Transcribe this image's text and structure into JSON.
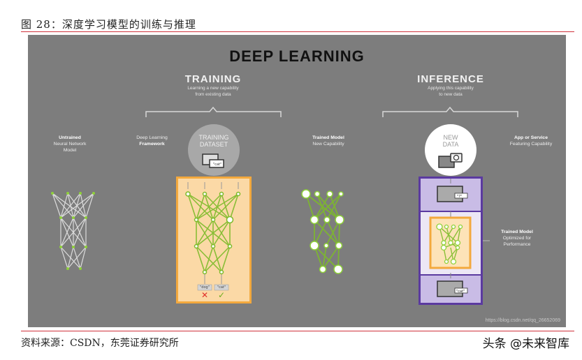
{
  "caption": "图 28：深度学习模型的训练与推理",
  "diagram": {
    "title": "DEEP LEARNING",
    "training": {
      "heading": "TRAINING",
      "subtitle_line1": "Learning a new capability",
      "subtitle_line2": "from existing data"
    },
    "inference": {
      "heading": "INFERENCE",
      "subtitle_line1": "Applying this capability",
      "subtitle_line2": "to new data"
    },
    "labels": {
      "untrained_bold": "Untrained",
      "untrained_line2": "Neural Network",
      "untrained_line3": "Model",
      "framework_line1": "Deep Learning",
      "framework_bold": "Framework",
      "trained_bold": "Trained Model",
      "trained_line2": "New Capability",
      "app_bold": "App or Service",
      "app_line2": "Featuring Capability",
      "optimized_bold": "Trained Model",
      "optimized_line2": "Optimized for",
      "optimized_line3": "Performance"
    },
    "training_dataset": {
      "line1": "TRAINING",
      "line2": "DATASET",
      "tag": "cat"
    },
    "new_data": {
      "line1": "NEW",
      "line2": "DATA"
    },
    "outputs": {
      "dog_label": "\"dog\"",
      "cat_label": "\"cat\"",
      "wrong_icon": "✕",
      "right_icon": "✓"
    },
    "inference_io": {
      "input_tag": "\"?\"",
      "output_tag": "\"cat\""
    },
    "watermark": "https://blog.csdn.net/qq_26652069",
    "colors": {
      "panel": "#7d7d7d",
      "node_green": "#76b900",
      "orange_fill": "#fbd9a6",
      "orange_border": "#f3a93d",
      "purple_border": "#5b3aa0",
      "purple_fill": "#c9bce6"
    }
  },
  "source": "资料来源：CSDN，东莞证券研究所",
  "brand": "头条 @未来智库"
}
